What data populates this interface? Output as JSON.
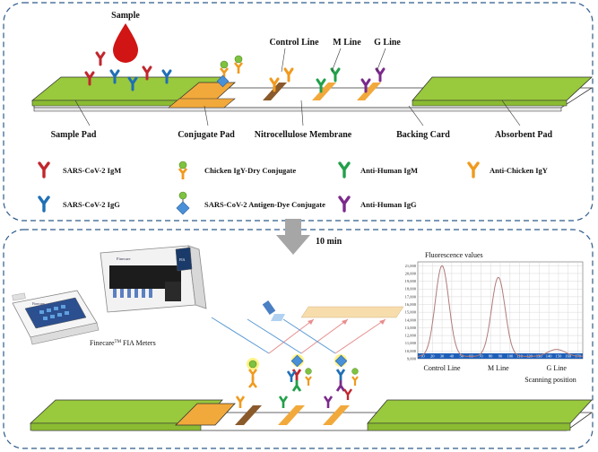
{
  "top": {
    "sample_label": "Sample",
    "lines": {
      "control": "Control Line",
      "m": "M Line",
      "g": "G Line"
    },
    "parts": {
      "sample_pad": "Sample Pad",
      "conjugate_pad": "Conjugate Pad",
      "membrane": "Nitrocellulose Membrane",
      "backing": "Backing Card",
      "absorbent": "Absorbent Pad"
    },
    "legend": {
      "igm": "SARS-CoV-2 IgM",
      "igg": "SARS-CoV-2 IgG",
      "chicken": "Chicken IgY-Dry Conjugate",
      "antigen": "SARS-CoV-2 Antigen-Dye Conjugate",
      "anti_igm": "Anti-Human IgM",
      "anti_igg": "Anti-Human IgG",
      "anti_chicken": "Anti-Chicken IgY"
    }
  },
  "transition": {
    "time": "10 min"
  },
  "bottom": {
    "meter_brand": "Finecare",
    "meter_tm": "TM",
    "meter_label": " FIA Meters",
    "screen_brand": "Finecare",
    "screen_tag": "FIA",
    "chart_title": "Fluorescence values",
    "chart_xlabel": "Scanning position"
  },
  "colors": {
    "pad_green": "#99c93c",
    "conj_orange": "#f2a93b",
    "line_brown": "#8a5a2b",
    "igm_red": "#c1272d",
    "igg_blue": "#1f6fb5",
    "anti_igm_green": "#22a04a",
    "anti_igg_purple": "#7b2a8c",
    "anti_chicken_orange": "#f09a1e",
    "antigen_diamond": "#4a90d9",
    "chart_bg": "#1e5fb8",
    "peak_line": "#b07a7a",
    "frame_dash": "#2d5a8a"
  },
  "chart_data": {
    "type": "line",
    "title": "Fluorescence values",
    "xlabel": "Scanning position",
    "ylabel": "",
    "yticks": [
      "21,000",
      "20,000",
      "19,000",
      "18,000",
      "17,000",
      "16,000",
      "15,000",
      "14,000",
      "13,000",
      "12,000",
      "11,000",
      "10,000",
      "9,000"
    ],
    "xticks": [
      "10",
      "20",
      "30",
      "40",
      "50",
      "60",
      "70",
      "80",
      "90",
      "100",
      "110",
      "120",
      "130",
      "140",
      "150",
      "160",
      "170"
    ],
    "category_labels": [
      "Control Line",
      "M Line",
      "G Line"
    ],
    "peaks": [
      {
        "name": "Control Line",
        "x": 30,
        "y": 21000
      },
      {
        "name": "M Line",
        "x": 88,
        "y": 19500
      },
      {
        "name": "G Line",
        "x": 148,
        "y": 10200
      }
    ],
    "baseline": 9300,
    "ylim": [
      9000,
      21500
    ],
    "xlim": [
      5,
      175
    ],
    "grid": true
  }
}
